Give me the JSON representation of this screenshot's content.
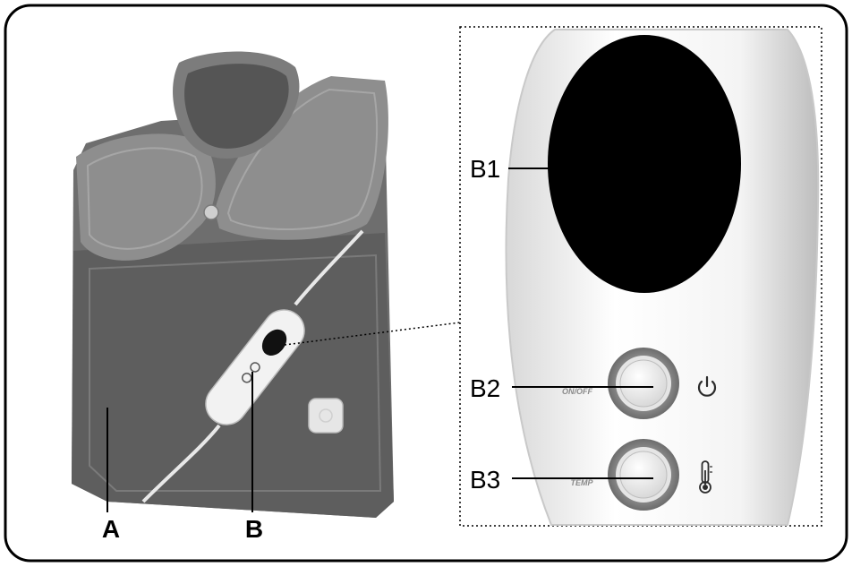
{
  "labels": {
    "pad": "A",
    "controller": "B",
    "display": "B1",
    "power": "B2",
    "temperature": "B3"
  },
  "buttons": {
    "power_text": "ON/OFF",
    "temp_text": "TEMP"
  },
  "icons": {
    "power": "power-icon",
    "temperature": "thermometer-icon"
  }
}
